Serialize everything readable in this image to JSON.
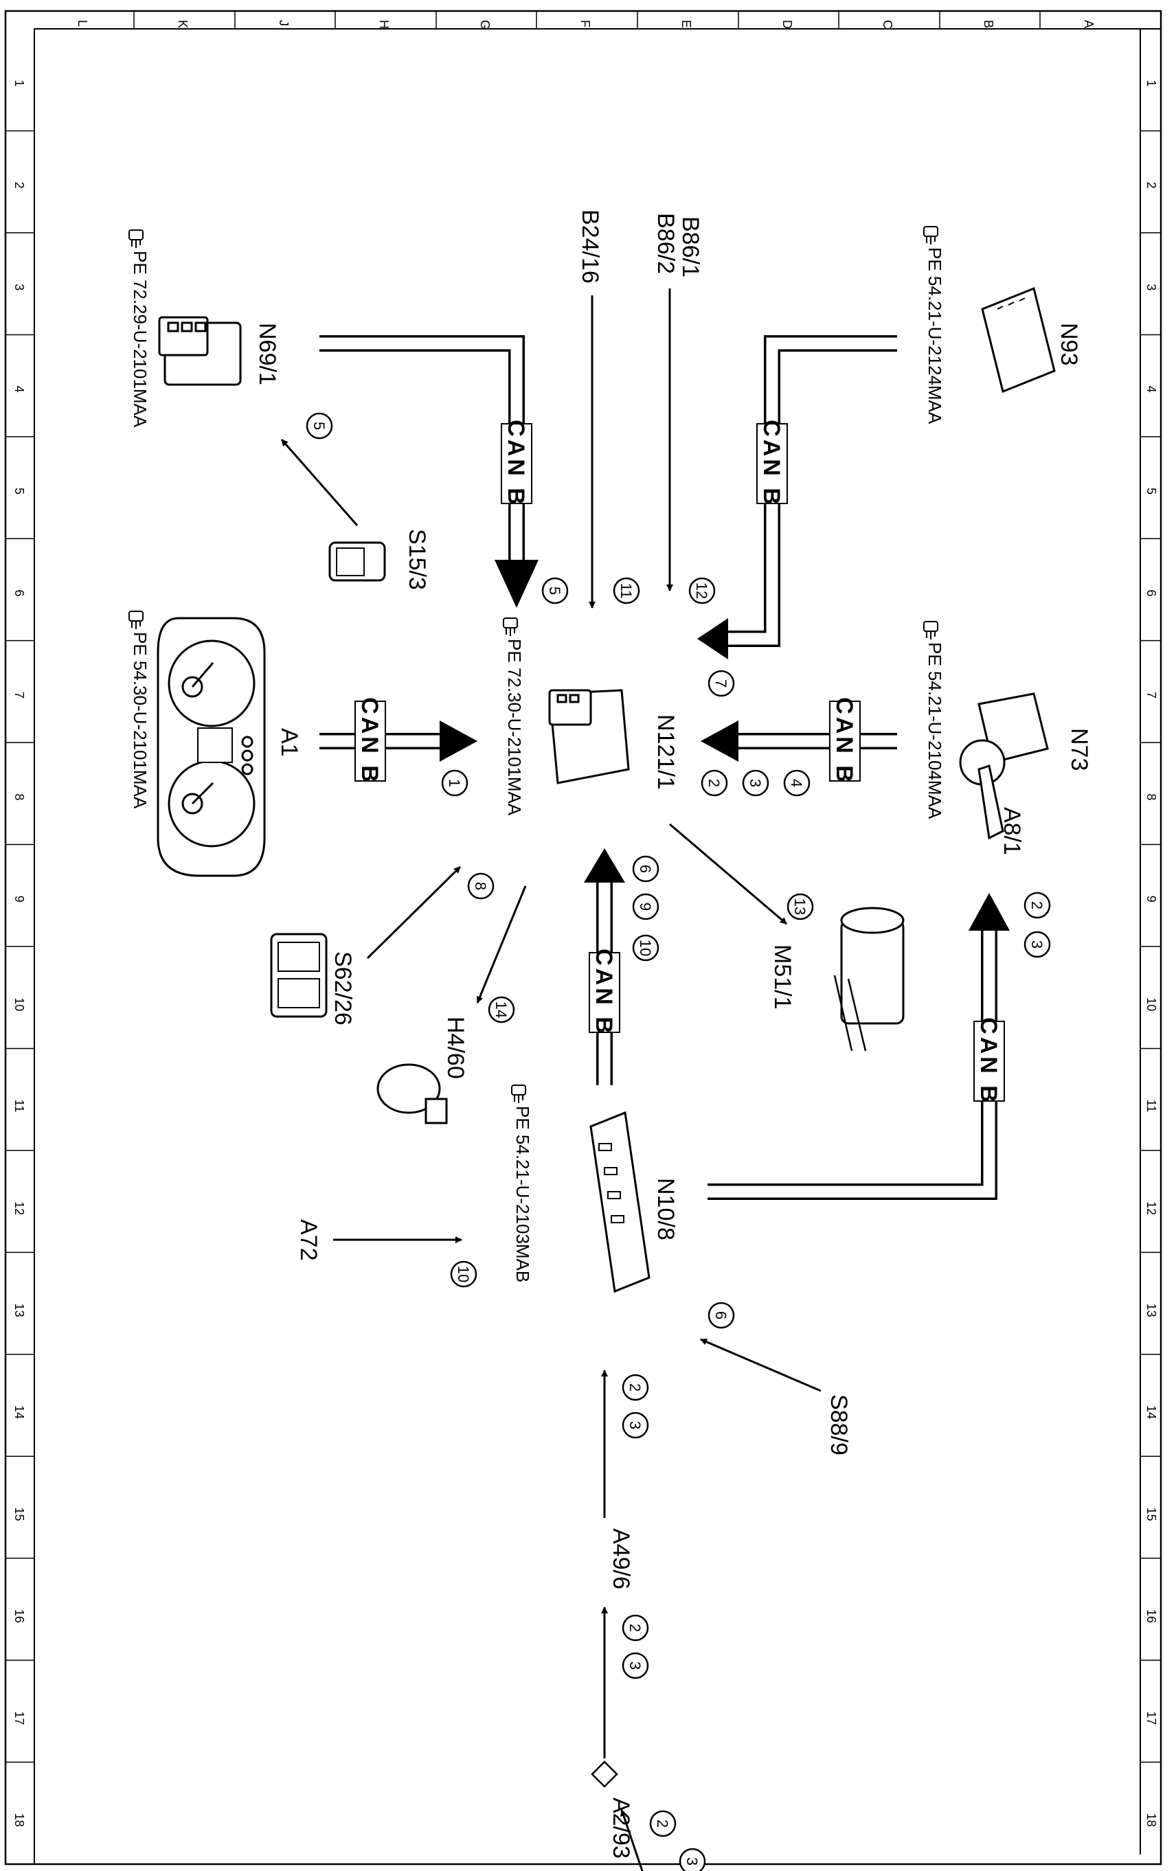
{
  "grid": {
    "columns": [
      "L",
      "K",
      "J",
      "H",
      "G",
      "F",
      "E",
      "D",
      "C",
      "B",
      "A"
    ],
    "rows": [
      "1",
      "2",
      "3",
      "4",
      "5",
      "6",
      "7",
      "8",
      "9",
      "10",
      "11",
      "12",
      "13",
      "14",
      "15",
      "16",
      "17",
      "18"
    ]
  },
  "bus_label": "CAN B",
  "components": {
    "n93": "N93",
    "n93_ref": "PE 54.21-U-2124MAA",
    "n69_1": "N69/1",
    "n69_1_ref": "PE 72.29-U-2101MAA",
    "s15_3": "S15/3",
    "b24_16": "B24/16",
    "b86_1": "B86/1",
    "b86_2": "B86/2",
    "n121_1": "N121/1",
    "n121_1_ref": "PE 72.30-U-2101MAA",
    "a1": "A1",
    "a1_ref": "PE 54.30-U-2101MAA",
    "n73": "N73",
    "n73_ref": "PE 54.21-U-2104MAA",
    "a8_1": "A8/1",
    "s62_26": "S62/26",
    "h4_60": "H4/60",
    "m51_1": "M51/1",
    "n10_8": "N10/8",
    "n10_8_ref": "PE 54.21-U-2103MAB",
    "a72": "A72",
    "s88_9": "S88/9",
    "a49_6": "A49/6",
    "a2_93": "A2/93"
  },
  "signals": {
    "n1": "1",
    "n2": "2",
    "n3": "3",
    "n4": "4",
    "n5": "5",
    "n6": "6",
    "n7": "7",
    "n8": "8",
    "n9": "9",
    "n10": "10",
    "n11": "11",
    "n12": "12",
    "n13": "13",
    "n14": "14"
  }
}
